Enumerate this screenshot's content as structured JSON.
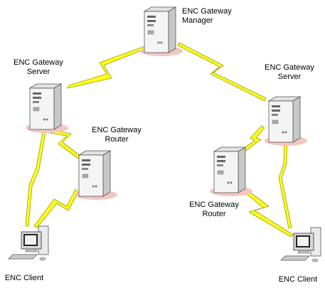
{
  "nodes": {
    "manager": {
      "kind": "server",
      "label_line1": "ENC Gateway",
      "label_line2": "Manager"
    },
    "server_left": {
      "kind": "server",
      "label_line1": "ENC Gateway",
      "label_line2": "Server"
    },
    "router_left": {
      "kind": "server",
      "label_line1": "ENC Gateway",
      "label_line2": "Router"
    },
    "server_right": {
      "kind": "server",
      "label_line1": "ENC Gateway",
      "label_line2": "Server"
    },
    "router_right": {
      "kind": "server",
      "label_line1": "ENC Gateway",
      "label_line2": "Router"
    },
    "client_left": {
      "kind": "client",
      "label_line1": "ENC Client"
    },
    "client_right": {
      "kind": "client",
      "label_line1": "ENC Client"
    }
  },
  "links": [
    {
      "from": "manager",
      "to": "server_left"
    },
    {
      "from": "manager",
      "to": "server_right"
    },
    {
      "from": "server_left",
      "to": "router_left"
    },
    {
      "from": "server_left",
      "to": "client_left"
    },
    {
      "from": "router_left",
      "to": "client_left"
    },
    {
      "from": "server_right",
      "to": "router_right"
    },
    {
      "from": "server_right",
      "to": "client_right"
    },
    {
      "from": "router_right",
      "to": "client_right"
    }
  ],
  "colors": {
    "link_fill": "#ffff1a",
    "link_stroke": "#9a9a00",
    "server_face": "#f4f4f4",
    "server_side": "#c8c8c8",
    "server_shadow": "#f3c6c0"
  },
  "icons": {
    "server": "tower-server-icon",
    "client": "desktop-computer-icon"
  }
}
